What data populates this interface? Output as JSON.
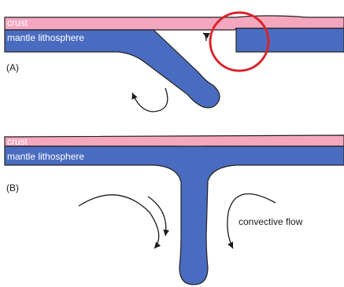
{
  "panel_a": {
    "crust_label": "crust",
    "mantle_label": "mantle lithosphere",
    "panel_label": "(A)"
  },
  "panel_b": {
    "crust_label": "crust",
    "mantle_label": "mantle lithosphere",
    "panel_label": "(B)",
    "flow_label": "convective flow"
  },
  "colors": {
    "crust": "#f4a7bf",
    "mantle": "#4a6cc0",
    "outline": "#222222",
    "highlight_circle": "#d8232a",
    "arrow": "#1a1a1a"
  }
}
